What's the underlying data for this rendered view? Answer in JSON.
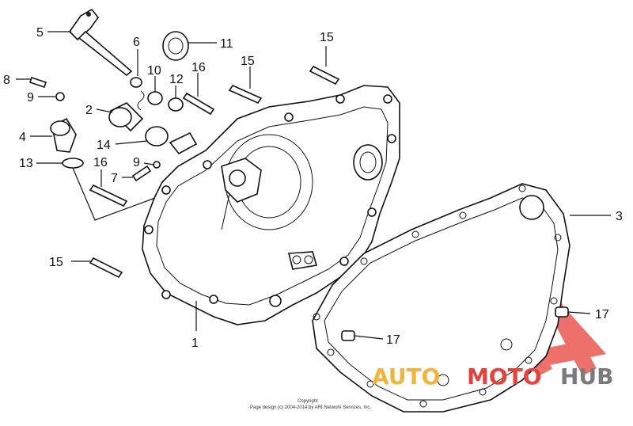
{
  "callouts": {
    "c1": "1",
    "c2": "2",
    "c3": "3",
    "c4": "4",
    "c5": "5",
    "c6": "6",
    "c7": "7",
    "c8": "8",
    "c9a": "9",
    "c9b": "9",
    "c10": "10",
    "c11": "11",
    "c12": "12",
    "c13": "13",
    "c14": "14",
    "c15a": "15",
    "c15b": "15",
    "c15c": "15",
    "c16a": "16",
    "c16b": "16",
    "c17a": "17",
    "c17b": "17"
  },
  "watermark": {
    "part1": "AUTO",
    "part2": "MOTO",
    "part3": "HUB",
    "colors": {
      "triangle": "#e8413a",
      "auto": "#f2b43a",
      "moto": "#e8413a",
      "hub": "#7a7a7a"
    }
  },
  "copyright": {
    "line1": "Copyright",
    "line2": "Page design (c) 2004-2014 by ARI Network Services, Inc."
  }
}
